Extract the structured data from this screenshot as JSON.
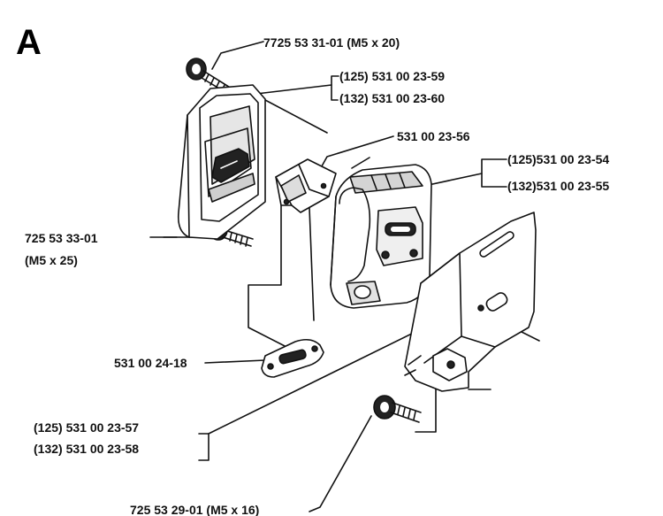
{
  "diagram": {
    "section_letter": "A",
    "labels": {
      "screw_top": "7725 53 31-01 (M5 x 20)",
      "gasket_125": "(125) 531 00 23-59",
      "gasket_132": "(132) 531 00 23-60",
      "bracket": "531 00 23-56",
      "muffler_125": "(125)531 00 23-54",
      "muffler_132": "(132)531 00 23-55",
      "screw_left": "725 53 33-01",
      "screw_left_size": "(M5 x 25)",
      "small_gasket": "531 00 24-18",
      "plate_125": "(125) 531 00 23-57",
      "plate_132": "(132) 531 00 23-58",
      "screw_bottom": "725 53 29-01 (M5 x 16)"
    }
  }
}
